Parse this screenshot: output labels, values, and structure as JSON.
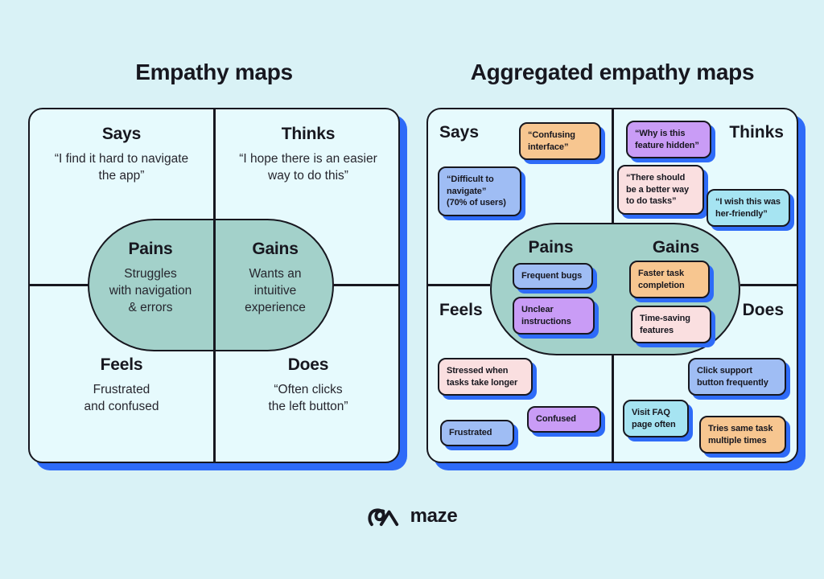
{
  "palette": {
    "page_bg": "#d9f2f6",
    "card_bg": "#e6fafd",
    "outline": "#17171f",
    "shadow_blue": "#2e6bf8",
    "teal": "#a3d1ca",
    "note_orange": "#f7c690",
    "note_blue": "#9fbdf4",
    "note_purple": "#c99cf6",
    "note_pink": "#fadfe0",
    "note_cyan": "#a6e4f2",
    "text": "#17171f"
  },
  "left_map": {
    "title": "Empathy maps",
    "says": {
      "label": "Says",
      "text": "“I find it hard to navigate\nthe app”"
    },
    "thinks": {
      "label": "Thinks",
      "text": "“I hope there is an easier\nway to do this”"
    },
    "pains": {
      "label": "Pains",
      "text": "Struggles\nwith navigation\n& errors"
    },
    "gains": {
      "label": "Gains",
      "text": "Wants an\nintuitive\nexperience"
    },
    "feels": {
      "label": "Feels",
      "text": "Frustrated\nand confused"
    },
    "does": {
      "label": "Does",
      "text": "“Often clicks\nthe left button”"
    }
  },
  "right_map": {
    "title": "Aggregated empathy maps",
    "labels": {
      "says": "Says",
      "thinks": "Thinks",
      "feels": "Feels",
      "does": "Does",
      "pains": "Pains",
      "gains": "Gains"
    },
    "notes": [
      {
        "text": "“Confusing\ninterface”",
        "color": "orange"
      },
      {
        "text": "“Why is this\nfeature hidden”",
        "color": "purple"
      },
      {
        "text": "“Difficult to\nnavigate”\n(70% of users)",
        "color": "blue"
      },
      {
        "text": "“There should\nbe a better way\nto do tasks”",
        "color": "pink"
      },
      {
        "text": "“I wish this was\nher-friendly”",
        "color": "cyan"
      },
      {
        "text": "Frequent bugs",
        "color": "blue"
      },
      {
        "text": "Unclear\ninstructions",
        "color": "purple"
      },
      {
        "text": "Faster task\ncompletion",
        "color": "orange"
      },
      {
        "text": "Time-saving\nfeatures",
        "color": "pink"
      },
      {
        "text": "Stressed when\ntasks take longer",
        "color": "pink"
      },
      {
        "text": "Frustrated",
        "color": "blue"
      },
      {
        "text": "Confused",
        "color": "purple"
      },
      {
        "text": "Visit FAQ\npage often",
        "color": "cyan"
      },
      {
        "text": "Click support\nbutton frequently",
        "color": "blue"
      },
      {
        "text": "Tries same task\nmultiple times",
        "color": "orange"
      }
    ]
  },
  "footer": {
    "brand": "maze"
  }
}
